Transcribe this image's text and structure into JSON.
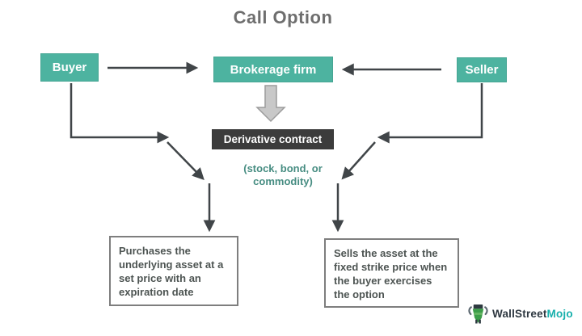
{
  "title": "Call Option",
  "nodes": {
    "buyer": "Buyer",
    "brokerage": "Brokerage firm",
    "seller": "Seller",
    "derivative_contract": "Derivative contract",
    "underlying_note": "(stock, bond, or\ncommodity)",
    "buyer_outcome": "Purchases the\nunderlying asset at a\nset price with an\nexpiration date",
    "seller_outcome": "Sells the asset at the\nfixed strike price when\nthe buyer exercises\nthe option"
  },
  "edges": [
    {
      "from": "Buyer",
      "to": "Brokerage firm",
      "style": "arrow-right"
    },
    {
      "from": "Seller",
      "to": "Brokerage firm",
      "style": "arrow-left"
    },
    {
      "from": "Brokerage firm",
      "to": "Derivative contract",
      "style": "block-arrow-down"
    },
    {
      "from": "Buyer",
      "to": "buyer_outcome",
      "style": "elbow-diagonal-down"
    },
    {
      "from": "Seller",
      "to": "seller_outcome",
      "style": "elbow-diagonal-down"
    }
  ],
  "logo": {
    "brand_primary": "WallStreet",
    "brand_accent": "Mojo",
    "icon": "bull-icon"
  },
  "colors": {
    "teal": "#4db3a0",
    "dark_box": "#3c3c3c",
    "arrow": "#404548",
    "teal_text": "#478d82",
    "title_text": "#6e6e6e",
    "body_text": "#4d5452",
    "box_border": "#7e7e7e",
    "block_arrow_fill": "#c8c8c8",
    "block_arrow_stroke": "#9c9c9c",
    "logo_dark": "#2d3740",
    "logo_accent": "#17b0ac",
    "logo_green": "#3c9d49"
  }
}
